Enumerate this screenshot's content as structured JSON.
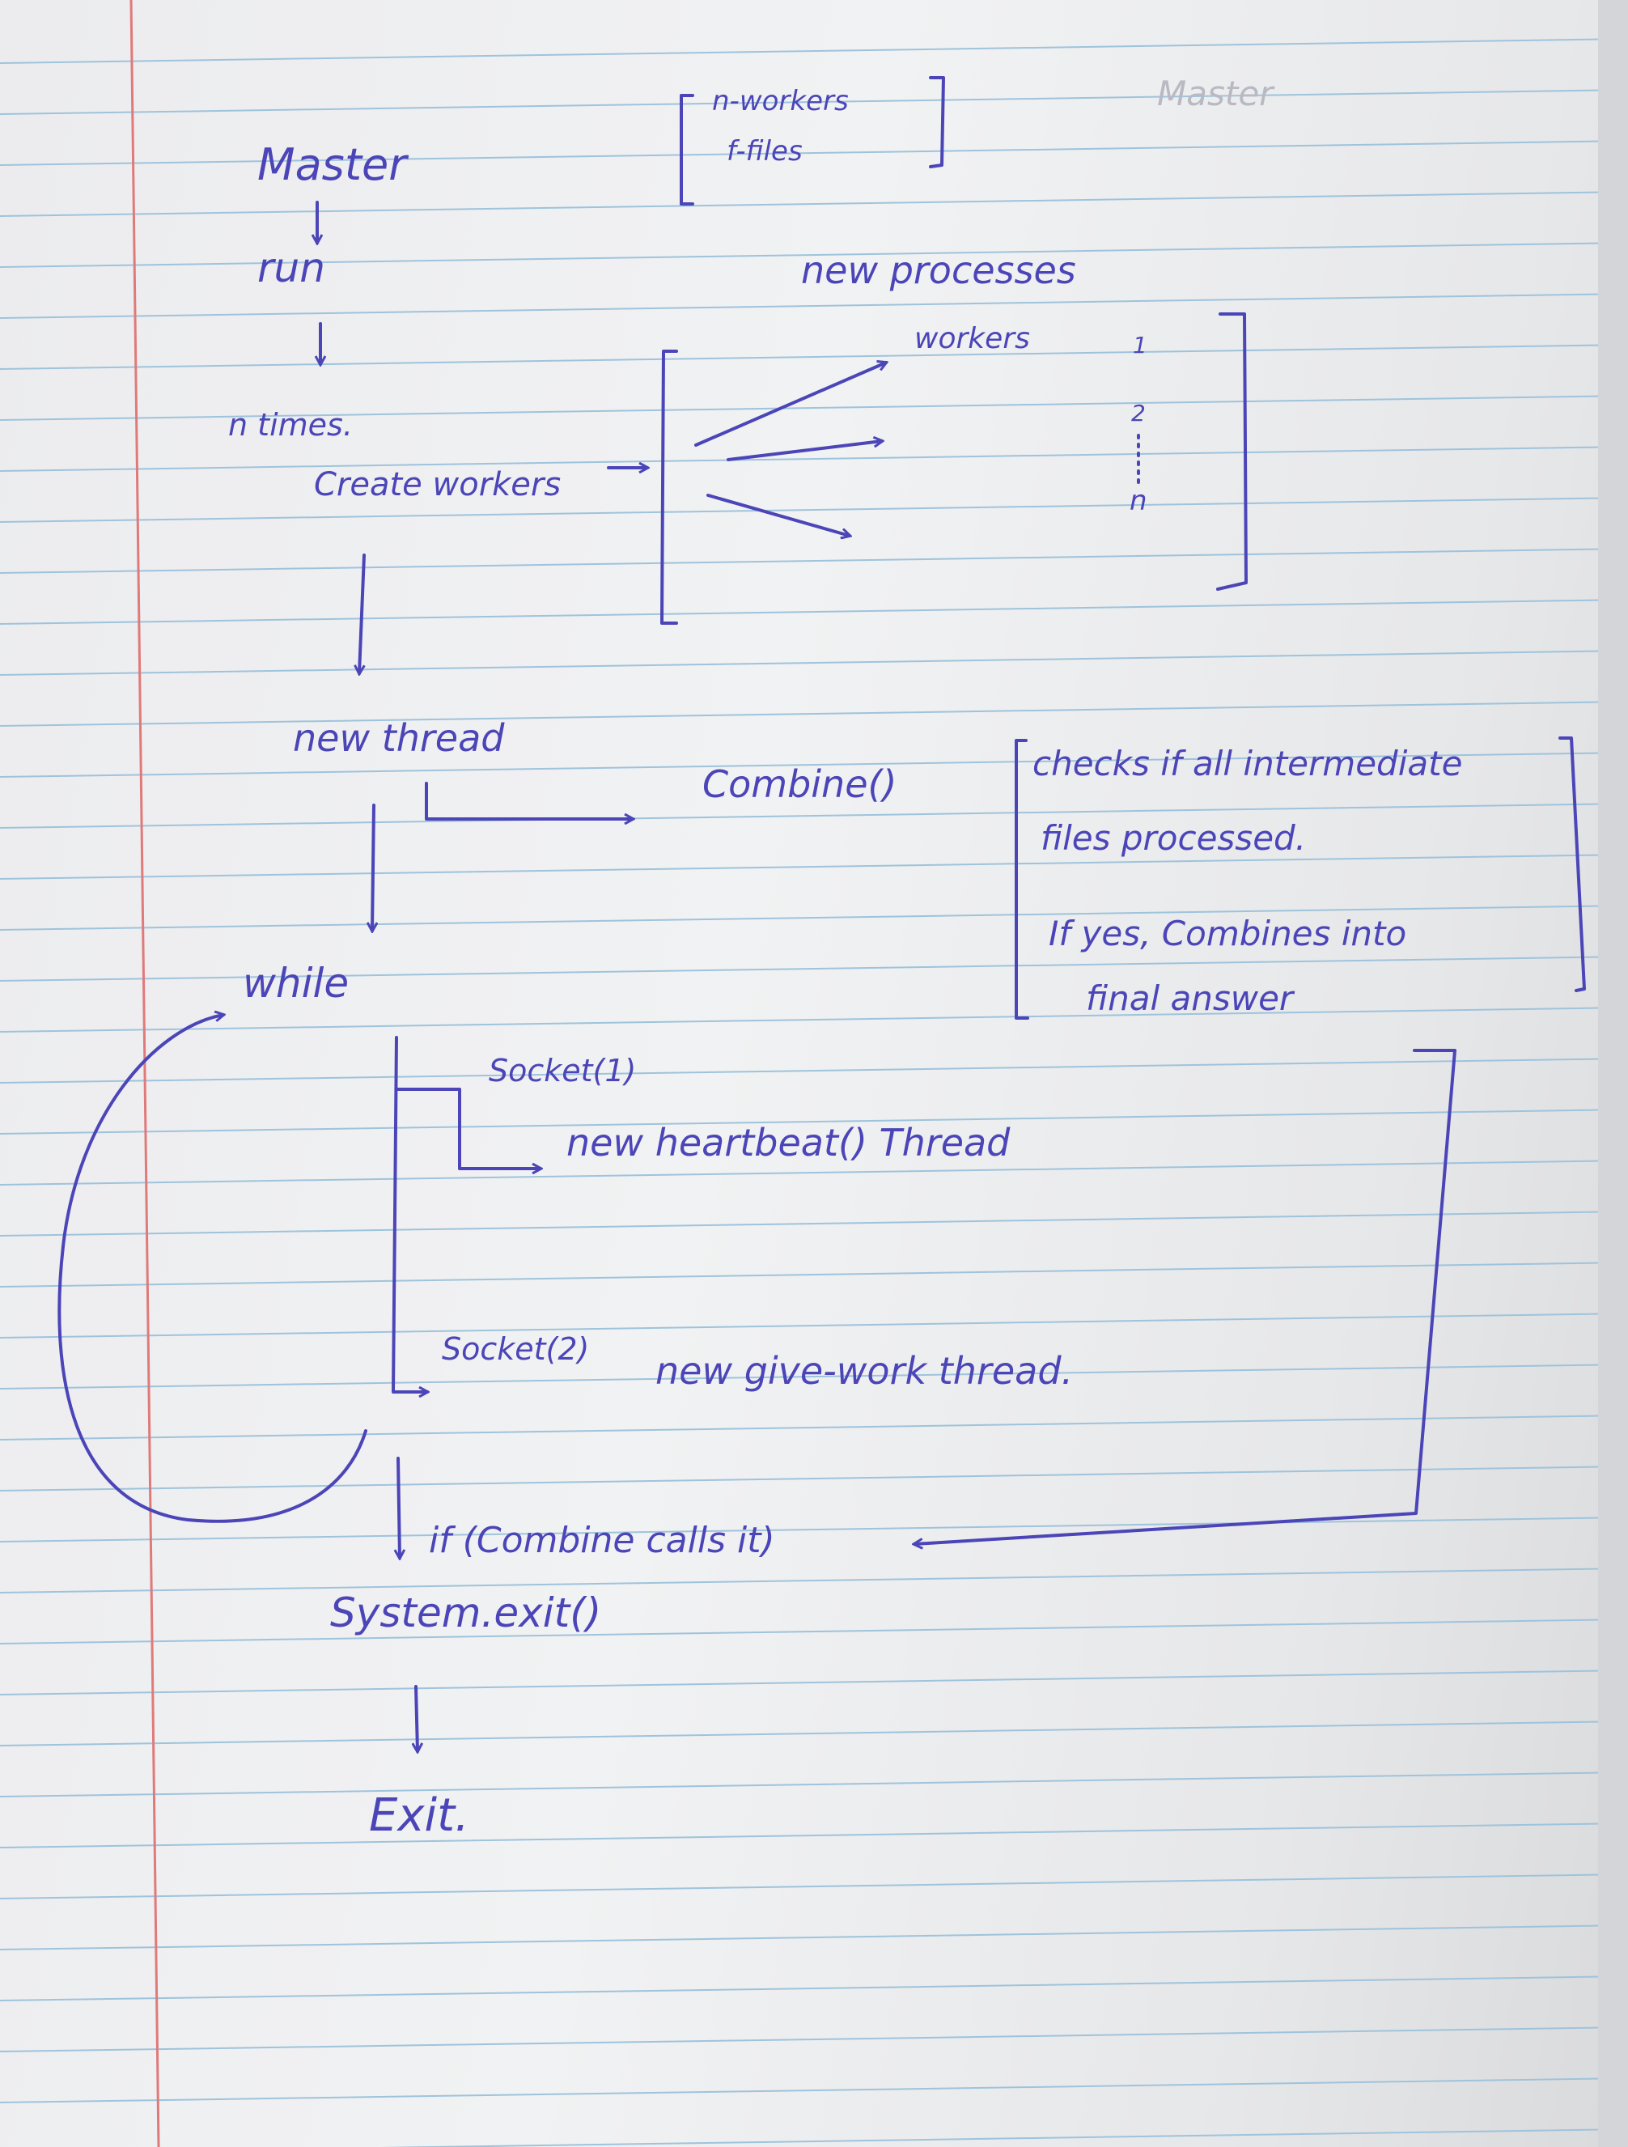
{
  "notes": {
    "master": "Master",
    "params_top": "n-workers",
    "params_bottom": "f-files",
    "run": "run",
    "n_times": "n times.",
    "create_workers": "Create workers",
    "new_processes": "new processes",
    "workers": "workers",
    "worker_1": "1",
    "worker_2": "2",
    "worker_n": "n",
    "new_thread": "new thread",
    "combine": "Combine()",
    "combine_note_1": "checks if all intermediate",
    "combine_note_2": "files processed.",
    "combine_note_3": "If yes, Combines into",
    "combine_note_4": "final answer",
    "while": "while",
    "socket1": "Socket(1)",
    "heartbeat": "new heartbeat() Thread",
    "socket2": "Socket(2)",
    "give_work": "new give-work thread.",
    "if_combine": "if (Combine calls it)",
    "system_exit": "System.exit()",
    "exit": "Exit."
  },
  "colors": {
    "ink": "#4b45b8",
    "margin_line": "#e07a7a",
    "ruled_line": "#9ec3dc",
    "paper": "#eeeff0"
  }
}
